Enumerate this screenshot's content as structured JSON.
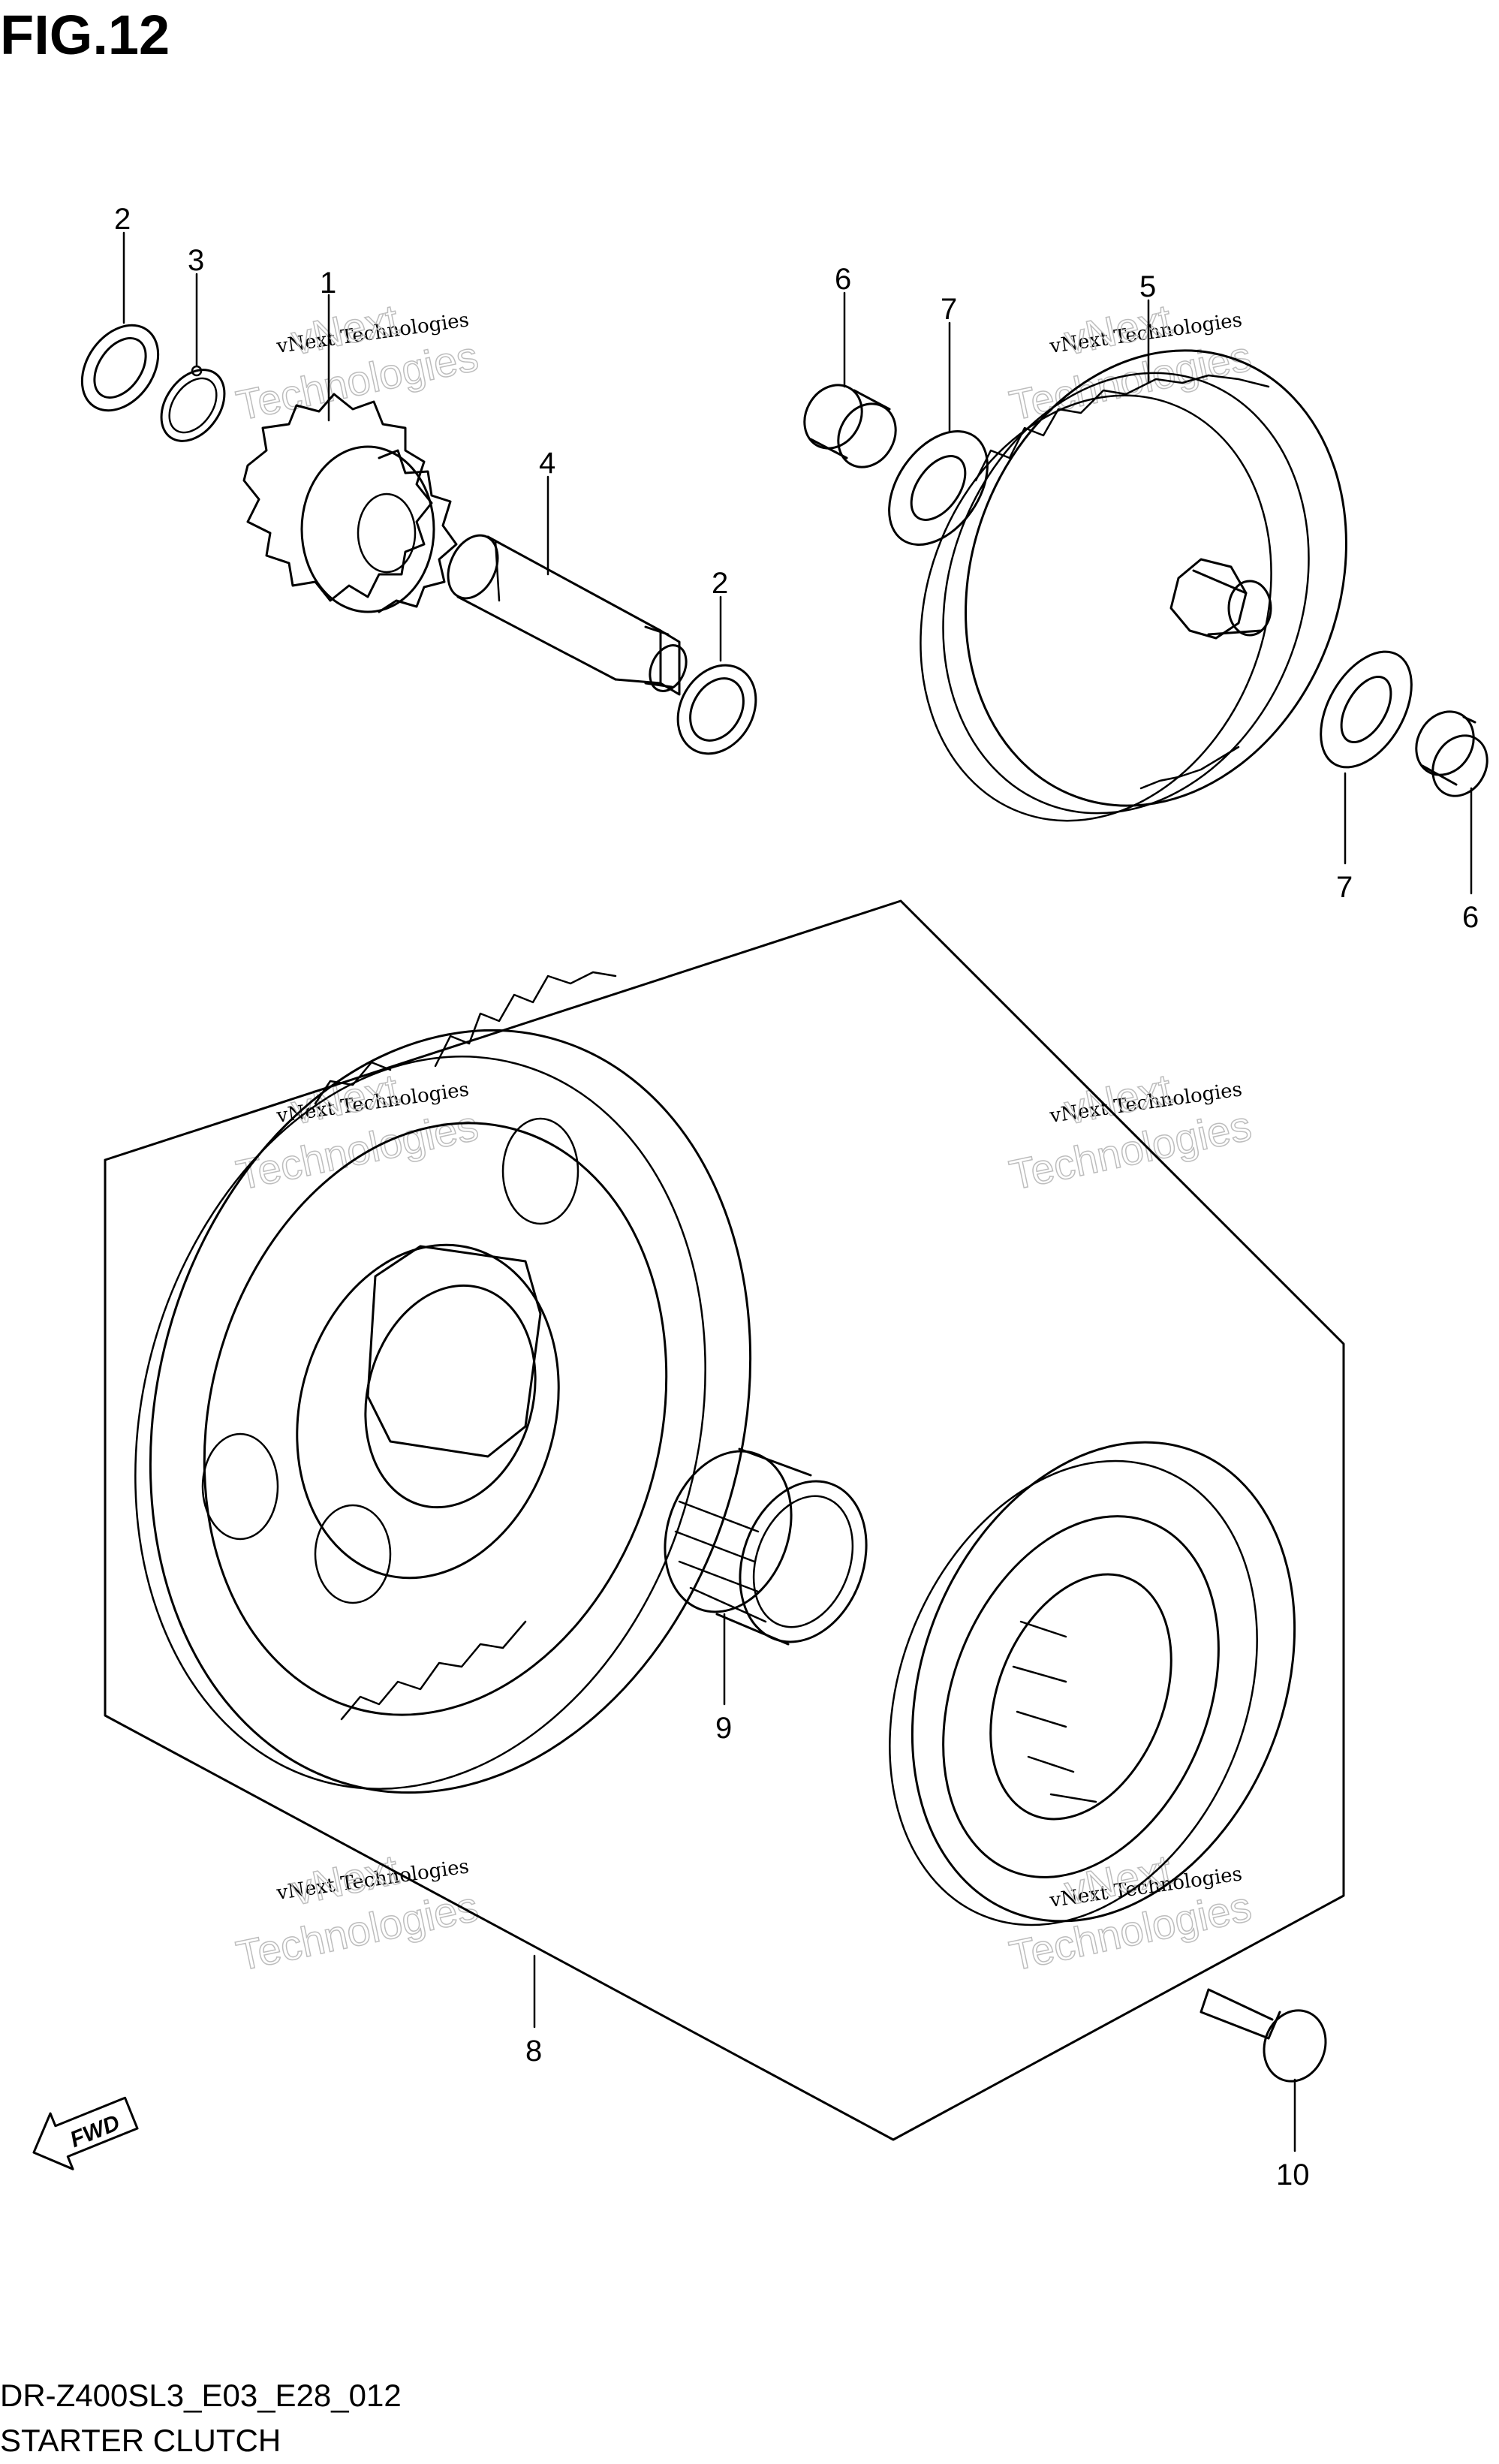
{
  "figure": {
    "title": "FIG.12",
    "code": "DR-Z400SL3_E03_E28_012",
    "name": "STARTER CLUTCH",
    "fwd_label": "FWD"
  },
  "callouts": [
    {
      "id": "c1a",
      "num": "1"
    },
    {
      "id": "c2a",
      "num": "2"
    },
    {
      "id": "c3a",
      "num": "3"
    },
    {
      "id": "c4a",
      "num": "4"
    },
    {
      "id": "c2b",
      "num": "2"
    },
    {
      "id": "c6a",
      "num": "6"
    },
    {
      "id": "c7a",
      "num": "7"
    },
    {
      "id": "c5a",
      "num": "5"
    },
    {
      "id": "c7b",
      "num": "7"
    },
    {
      "id": "c6b",
      "num": "6"
    },
    {
      "id": "c9a",
      "num": "9"
    },
    {
      "id": "c8a",
      "num": "8"
    },
    {
      "id": "c10a",
      "num": "10"
    }
  ],
  "watermark": {
    "line1": "vNext Technologies",
    "line2": "vNext",
    "line3": "Technologies"
  }
}
